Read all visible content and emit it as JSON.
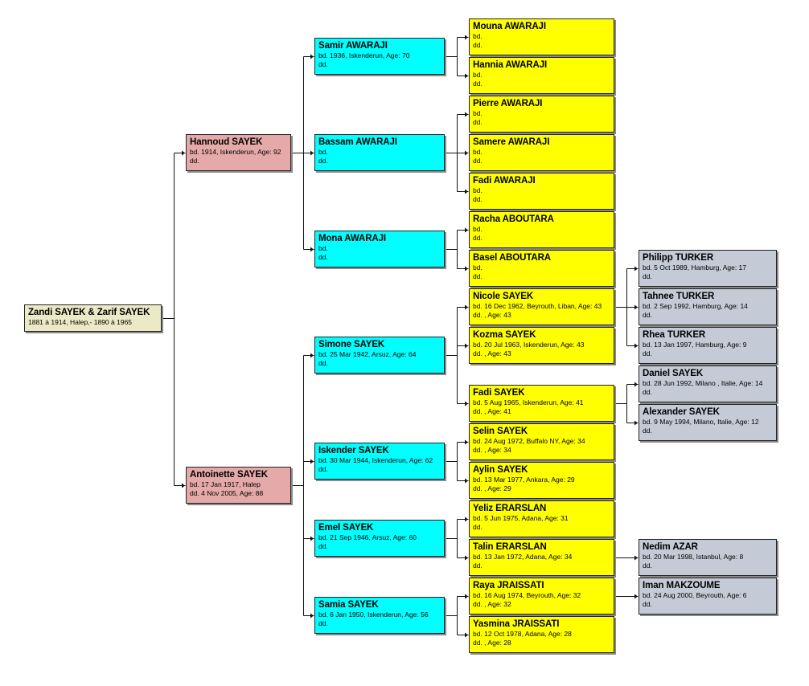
{
  "colors": {
    "root": "#ece9c6",
    "gen1": "#e5a9a9",
    "gen2": "#00ffff",
    "gen3": "#ffff00",
    "gen4": "#c4cbd6",
    "line": "#111111"
  },
  "people": [
    {
      "id": "p0",
      "gen": "root",
      "name": "Zandi SAYEK & Zarif SAYEK",
      "l1": "1881 à 1914, Halep,- 1890 à 1965",
      "l2": ""
    },
    {
      "id": "p1",
      "gen": "gen1",
      "name": "Hannoud SAYEK",
      "l1": "bd. 1914, Iskenderun, Age: 92",
      "l2": "dd."
    },
    {
      "id": "p2",
      "gen": "gen1",
      "name": "Antoinette SAYEK",
      "l1": "bd. 17 Jan 1917, Halep",
      "l2": "dd. 4 Nov 2005, Age: 88"
    },
    {
      "id": "s1",
      "gen": "gen2",
      "name": "Samir AWARAJI",
      "l1": "bd. 1936, Iskenderun, Age: 70",
      "l2": "dd."
    },
    {
      "id": "s2",
      "gen": "gen2",
      "name": "Bassam AWARAJI",
      "l1": "bd.",
      "l2": "dd."
    },
    {
      "id": "s3",
      "gen": "gen2",
      "name": "Mona AWARAJI",
      "l1": "bd.",
      "l2": "dd."
    },
    {
      "id": "s4",
      "gen": "gen2",
      "name": "Simone SAYEK",
      "l1": "bd. 25 Mar 1942, Arsuz, Age: 64",
      "l2": "dd."
    },
    {
      "id": "s5",
      "gen": "gen2",
      "name": "Iskender SAYEK",
      "l1": "bd. 30 Mar 1944, Iskenderun, Age: 62",
      "l2": "dd."
    },
    {
      "id": "s6",
      "gen": "gen2",
      "name": "Emel SAYEK",
      "l1": "bd. 21 Sep 1946, Arsuz, Age: 60",
      "l2": "dd."
    },
    {
      "id": "s7",
      "gen": "gen2",
      "name": "Samia SAYEK",
      "l1": "bd. 6 Jan 1950, Iskenderun, Age: 56",
      "l2": "dd."
    },
    {
      "id": "g1",
      "gen": "gen3",
      "name": "Mouna AWARAJI",
      "l1": "bd.",
      "l2": "dd."
    },
    {
      "id": "g2",
      "gen": "gen3",
      "name": "Hannia AWARAJI",
      "l1": "bd.",
      "l2": "dd."
    },
    {
      "id": "g3",
      "gen": "gen3",
      "name": "Pierre AWARAJI",
      "l1": "bd.",
      "l2": "dd."
    },
    {
      "id": "g4",
      "gen": "gen3",
      "name": "Samere AWARAJI",
      "l1": "bd.",
      "l2": "dd."
    },
    {
      "id": "g5",
      "gen": "gen3",
      "name": "Fadi AWARAJI",
      "l1": "bd.",
      "l2": "dd."
    },
    {
      "id": "g6",
      "gen": "gen3",
      "name": "Racha ABOUTARA",
      "l1": "bd.",
      "l2": "dd."
    },
    {
      "id": "g7",
      "gen": "gen3",
      "name": "Basel ABOUTARA",
      "l1": "bd.",
      "l2": "dd."
    },
    {
      "id": "g8",
      "gen": "gen3",
      "name": "Nicole SAYEK",
      "l1": "bd. 16 Dec 1962, Beyrouth, Liban, Age: 43",
      "l2": "dd. , Age: 43"
    },
    {
      "id": "g9",
      "gen": "gen3",
      "name": "Kozma SAYEK",
      "l1": "bd. 20 Jul 1963, Iskenderun, Age: 43",
      "l2": "dd. , Age: 43"
    },
    {
      "id": "g10",
      "gen": "gen3",
      "name": "Fadi SAYEK",
      "l1": "bd. 5 Aug 1965, Iskenderun, Age: 41",
      "l2": "dd. , Age: 41"
    },
    {
      "id": "g11",
      "gen": "gen3",
      "name": "Selin SAYEK",
      "l1": "bd. 24 Aug 1972, Buffalo NY, Age: 34",
      "l2": "dd. , Age: 34"
    },
    {
      "id": "g12",
      "gen": "gen3",
      "name": "Aylin SAYEK",
      "l1": "bd. 13 Mar 1977, Ankara, Age: 29",
      "l2": "dd. , Age: 29"
    },
    {
      "id": "g13",
      "gen": "gen3",
      "name": "Yeliz ERARSLAN",
      "l1": "bd. 5 Jun 1975, Adana, Age: 31",
      "l2": "dd."
    },
    {
      "id": "g14",
      "gen": "gen3",
      "name": "Talin ERARSLAN",
      "l1": "bd. 13 Jan 1972, Adana, Age: 34",
      "l2": "dd."
    },
    {
      "id": "g15",
      "gen": "gen3",
      "name": "Raya JRAISSATI",
      "l1": "bd. 16 Aug 1974, Beyrouth, Age: 32",
      "l2": "dd. , Age: 32"
    },
    {
      "id": "g16",
      "gen": "gen3",
      "name": "Yasmina JRAISSATI",
      "l1": "bd. 12 Oct 1978, Adana, Age: 28",
      "l2": "dd. , Age: 28"
    },
    {
      "id": "h1",
      "gen": "gen4",
      "name": "Philipp TURKER",
      "l1": "bd. 5 Oct 1989, Hamburg, Age: 17",
      "l2": "dd."
    },
    {
      "id": "h2",
      "gen": "gen4",
      "name": "Tahnee TURKER",
      "l1": "bd. 2 Sep 1992, Hamburg, Age: 14",
      "l2": "dd."
    },
    {
      "id": "h3",
      "gen": "gen4",
      "name": "Rhea TURKER",
      "l1": "bd. 13 Jan 1997, Hamburg, Age: 9",
      "l2": "dd."
    },
    {
      "id": "h4",
      "gen": "gen4",
      "name": "Daniel SAYEK",
      "l1": "bd. 28 Jun 1992, Milano , Italie, Age: 14",
      "l2": "dd."
    },
    {
      "id": "h5",
      "gen": "gen4",
      "name": "Alexander SAYEK",
      "l1": "bd. 9 May 1994, Milano, Italie, Age: 12",
      "l2": "dd."
    },
    {
      "id": "h6",
      "gen": "gen4",
      "name": "Nedim AZAR",
      "l1": "bd. 20 Mar 1998, Istanbul, Age: 8",
      "l2": "dd."
    },
    {
      "id": "h7",
      "gen": "gen4",
      "name": "Iman MAKZOUME",
      "l1": "bd. 24 Aug 2000, Beyrouth, Age: 6",
      "l2": "dd."
    }
  ],
  "relations": [
    {
      "parent": "p0",
      "children": [
        "p1",
        "p2"
      ]
    },
    {
      "parent": "p1",
      "children": [
        "s1",
        "s2",
        "s3"
      ]
    },
    {
      "parent": "p2",
      "children": [
        "s4",
        "s5",
        "s6",
        "s7"
      ]
    },
    {
      "parent": "s1",
      "children": [
        "g1",
        "g2"
      ]
    },
    {
      "parent": "s2",
      "children": [
        "g3",
        "g4",
        "g5"
      ]
    },
    {
      "parent": "s3",
      "children": [
        "g6",
        "g7"
      ]
    },
    {
      "parent": "s4",
      "children": [
        "g8",
        "g9",
        "g10"
      ]
    },
    {
      "parent": "s5",
      "children": [
        "g11",
        "g12"
      ]
    },
    {
      "parent": "s6",
      "children": [
        "g13",
        "g14"
      ]
    },
    {
      "parent": "s7",
      "children": [
        "g15",
        "g16"
      ]
    },
    {
      "parent": "g8",
      "children": [
        "h1",
        "h2",
        "h3"
      ]
    },
    {
      "parent": "g10",
      "children": [
        "h4",
        "h5"
      ]
    },
    {
      "parent": "g14",
      "children": [
        "h6"
      ]
    },
    {
      "parent": "g15",
      "children": [
        "h7"
      ]
    }
  ]
}
